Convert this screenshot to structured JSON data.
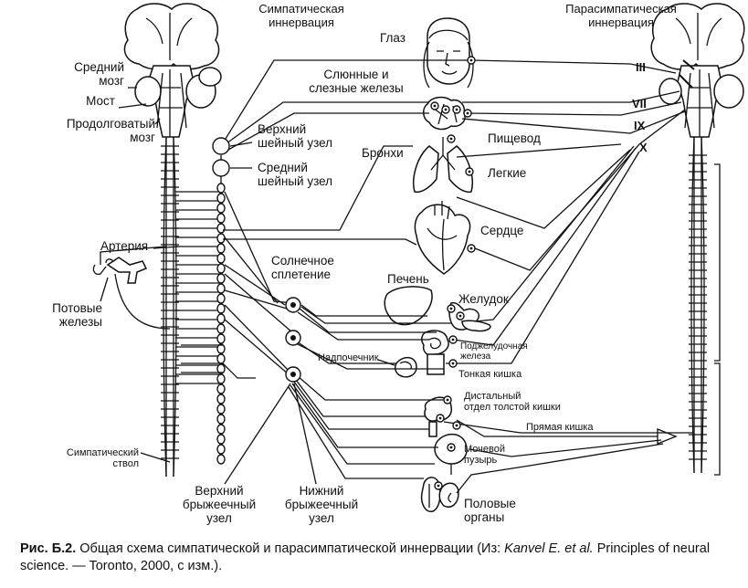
{
  "headers": {
    "sympathetic": "Симпатическая\nиннервация",
    "parasympathetic": "Парасимпатическая\nиннервация"
  },
  "brain_labels": {
    "midbrain": "Средний\nмозг",
    "pons": "Мост",
    "medulla": "Продолговатый\nмозг"
  },
  "ganglia": {
    "superior_cervical": "Верхний\nшейный узел",
    "middle_cervical": "Средний\nшейный узел",
    "celiac_plexus": "Солнечное\nсплетение",
    "superior_mesenteric": "Верхний\nбрыжеечный\nузел",
    "inferior_mesenteric": "Нижний\nбрыжеечный\nузел",
    "sympathetic_trunk": "Симпатический\nствол"
  },
  "periphery": {
    "artery": "Артерия",
    "sweat_glands": "Потовые\nжелезы"
  },
  "organs": {
    "eye": "Глаз",
    "glands": "Слюнные и\nслезные железы",
    "esophagus": "Пищевод",
    "bronchi": "Бронхи",
    "lungs": "Легкие",
    "heart": "Сердце",
    "liver": "Печень",
    "stomach": "Желудок",
    "pancreas": "Поджелудочная\nжелеза",
    "adrenal": "Надпочечник",
    "small_intestine": "Тонкая кишка",
    "distal_colon": "Дистальный\nотдел толстой кишки",
    "rectum": "Прямая кишка",
    "bladder": "Мочевой\nпузырь",
    "genitals": "Половые\nорганы"
  },
  "cranial_nerves": [
    "III",
    "VII",
    "IX",
    "X"
  ],
  "caption": {
    "label": "Рис. Б.2.",
    "text": " Общая схема симпатической и парасимпатической иннервации (Из: ",
    "author": "Kanvel E. et al.",
    "source": " Principles of neural science. — Toronto, 2000, с изм.)."
  }
}
